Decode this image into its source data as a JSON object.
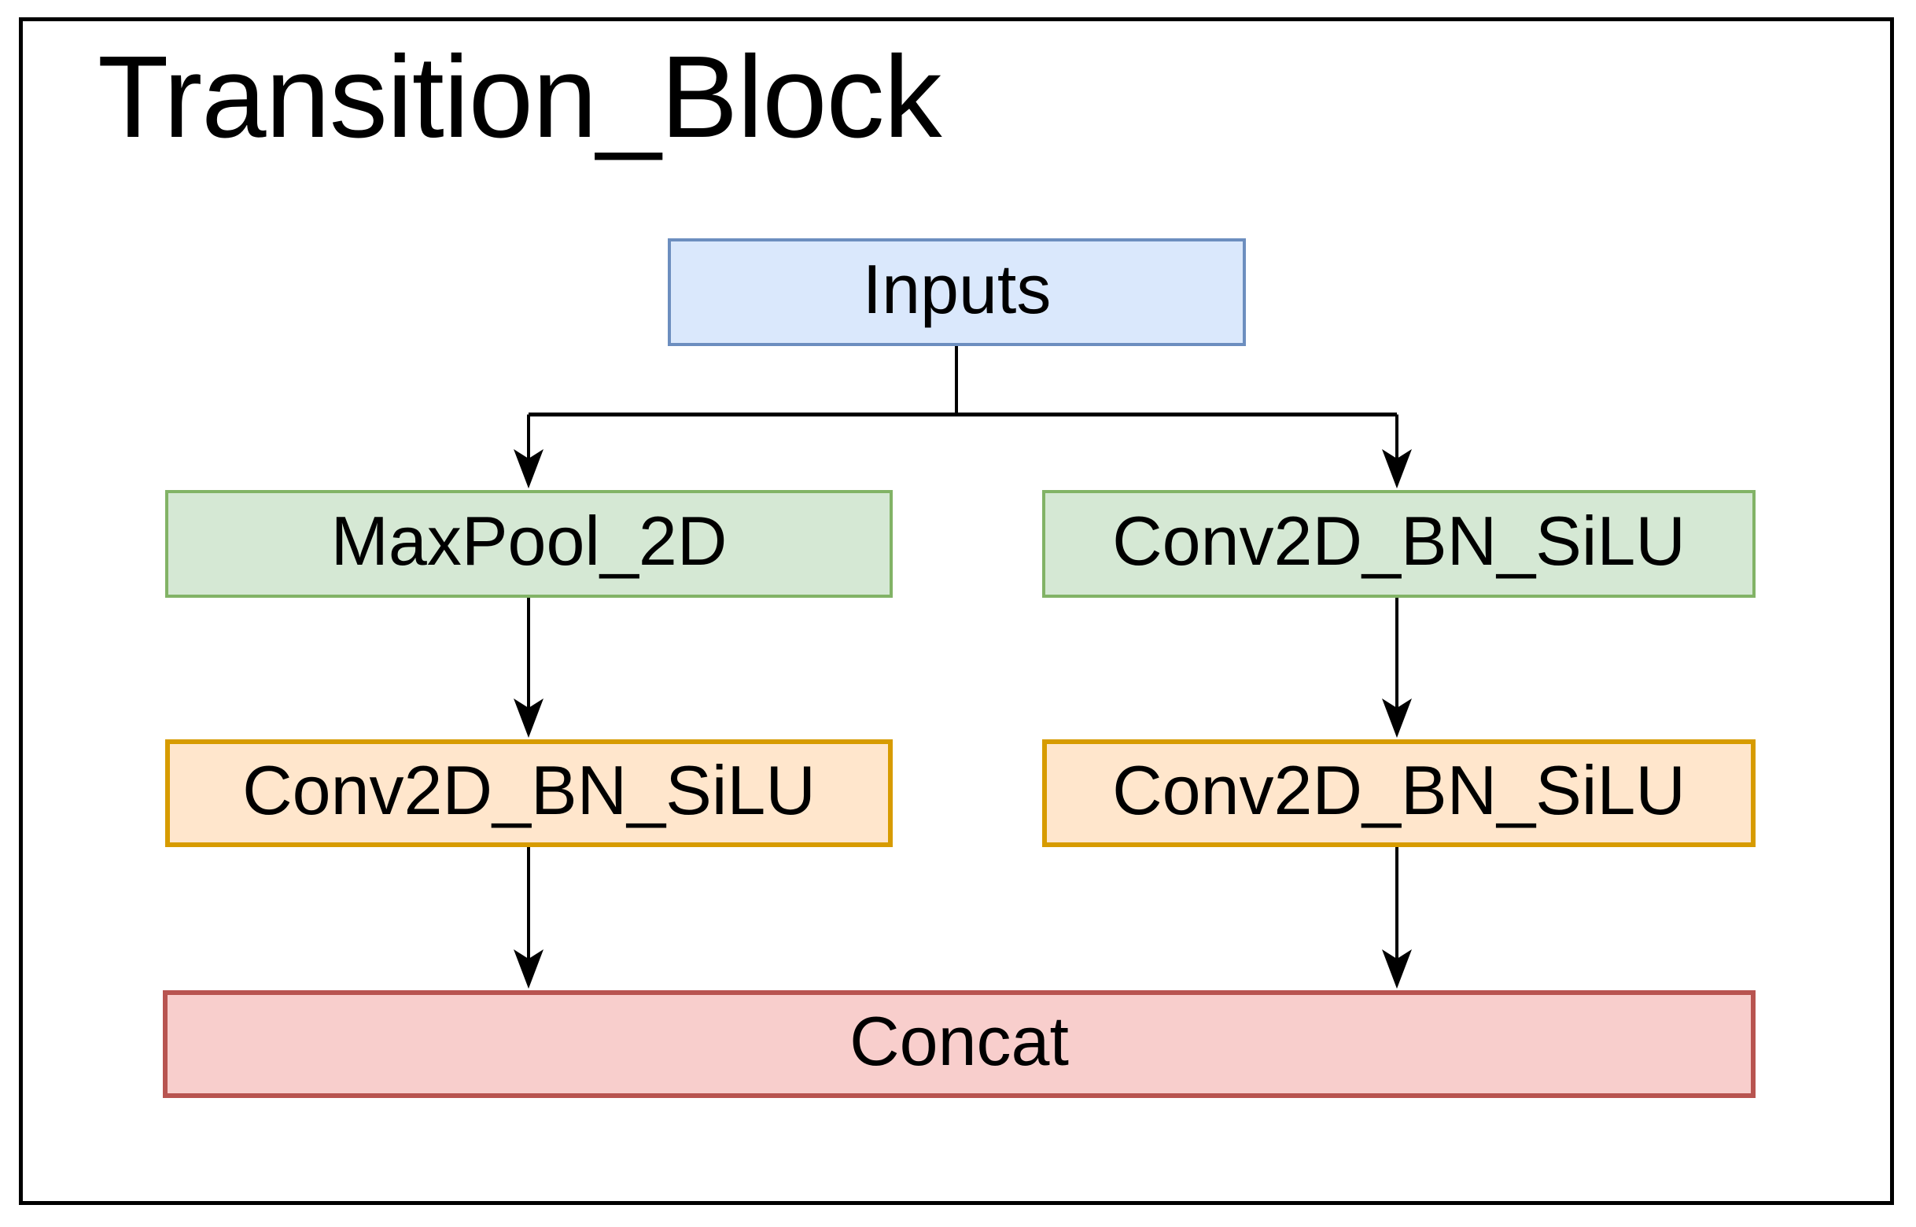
{
  "diagram": {
    "title": "Transition_Block",
    "background_color": "#ffffff",
    "frame_color": "#000000",
    "edge_color": "#000000",
    "nodes": [
      {
        "id": "inputs",
        "label": "Inputs",
        "role": "input",
        "fill": "#dae8fc",
        "stroke": "#6c8ebf"
      },
      {
        "id": "maxpool",
        "label": "MaxPool_2D",
        "role": "pooling",
        "fill": "#d5e8d4",
        "stroke": "#82b366"
      },
      {
        "id": "conv_top_right",
        "label": "Conv2D_BN_SiLU",
        "role": "conv",
        "fill": "#d5e8d4",
        "stroke": "#82b366"
      },
      {
        "id": "conv_mid_left",
        "label": "Conv2D_BN_SiLU",
        "role": "conv",
        "fill": "#ffe6cc",
        "stroke": "#d79b00"
      },
      {
        "id": "conv_mid_right",
        "label": "Conv2D_BN_SiLU",
        "role": "conv",
        "fill": "#ffe6cc",
        "stroke": "#d79b00"
      },
      {
        "id": "concat",
        "label": "Concat",
        "role": "merge",
        "fill": "#f8cecc",
        "stroke": "#b85450"
      }
    ],
    "edges": [
      {
        "from": "inputs",
        "to": "maxpool"
      },
      {
        "from": "inputs",
        "to": "conv_top_right"
      },
      {
        "from": "maxpool",
        "to": "conv_mid_left"
      },
      {
        "from": "conv_top_right",
        "to": "conv_mid_right"
      },
      {
        "from": "conv_mid_left",
        "to": "concat"
      },
      {
        "from": "conv_mid_right",
        "to": "concat"
      }
    ]
  }
}
